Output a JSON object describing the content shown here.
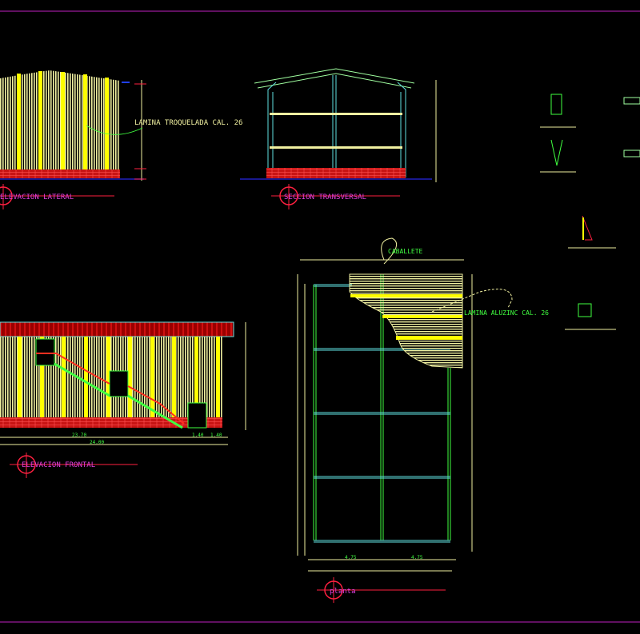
{
  "colors": {
    "background": "#000000",
    "frame": "#c020c0",
    "sheet": "#f0f0a0",
    "accent_yellow": "#ffff00",
    "brick": "#c81414",
    "structure": "#40ff60",
    "beam": "#60e0e0",
    "title": "#e040e0",
    "dimension": "#ff2040",
    "label": "#40ff40"
  },
  "lateral": {
    "title": "ELEVACION LATERAL",
    "note": "LAMINA TROQUELADA CAL. 26"
  },
  "section": {
    "title": "SECCION TRANSVERSAL"
  },
  "frontal": {
    "title": "ELEVACION FRONTAL",
    "dims": [
      "23.70",
      "24.00",
      "1.40",
      "1.40"
    ]
  },
  "plan": {
    "title": "planta",
    "ridge_label": "CABALLETE",
    "roof_label": "LAMINA ALUZINC CAL. 26",
    "bottom_dims": [
      "4.75",
      "4.75"
    ]
  }
}
